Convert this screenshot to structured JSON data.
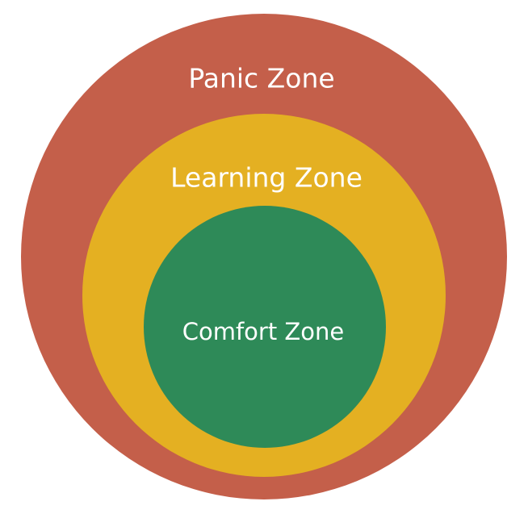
{
  "diagram": {
    "zones": [
      {
        "id": "panic",
        "label": "Panic Zone",
        "color": "#C45F4A"
      },
      {
        "id": "learning",
        "label": "Learning Zone",
        "color": "#E4B022"
      },
      {
        "id": "comfort",
        "label": "Comfort Zone",
        "color": "#2E8A58"
      }
    ],
    "label_color": "#FFFFFF",
    "background": "#FFFFFF"
  }
}
